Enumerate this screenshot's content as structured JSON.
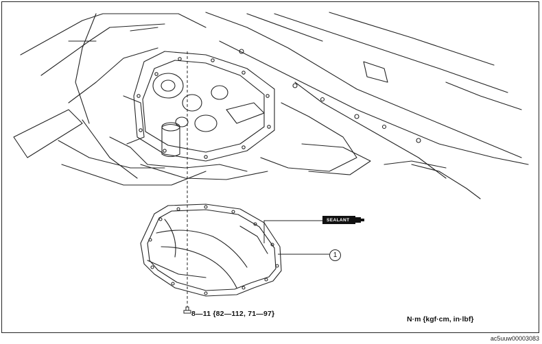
{
  "torque_spec": "8—11 {82—112, 71—97}",
  "units_label": "N·m {kgf·cm, in·lbf}",
  "sealant_label": "SEALANT",
  "callout_number": "1",
  "figure_code": "ac5uuw00003083"
}
